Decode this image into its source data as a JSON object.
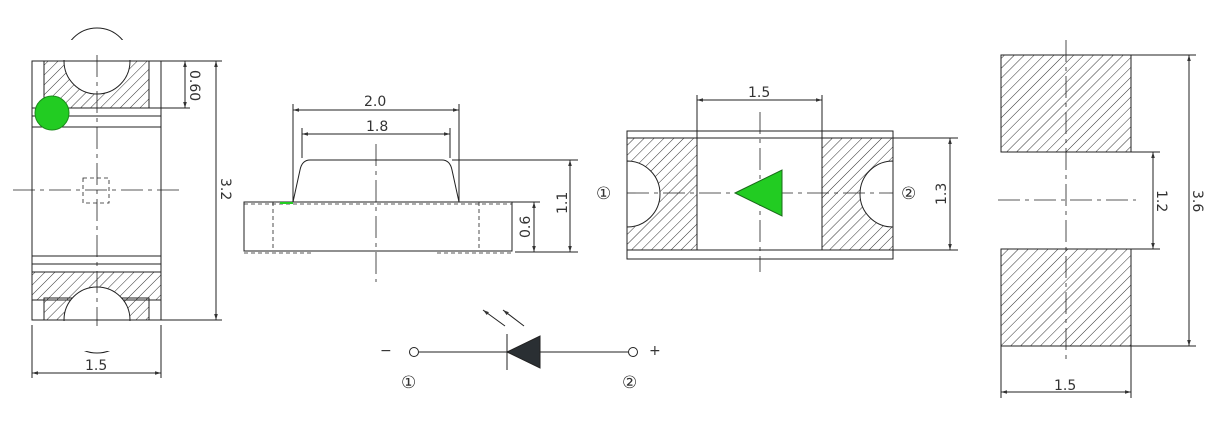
{
  "colors": {
    "led_green": "#22cc22",
    "line": "#222222"
  },
  "top_view": {
    "dim_pad": "0.60",
    "dim_length": "3.2",
    "dim_width": "1.5"
  },
  "side_view": {
    "dim_lens_outer": "2.0",
    "dim_lens_inner": "1.8",
    "dim_height": "1.1",
    "dim_base": "0.6"
  },
  "bottom_view": {
    "dim_gap": "1.5",
    "dim_height": "1.3",
    "pin1": "①",
    "pin2": "②"
  },
  "pad_layout": {
    "dim_gap": "1.2",
    "dim_total": "3.6",
    "dim_width": "1.5"
  },
  "symbol": {
    "minus": "−",
    "plus": "+",
    "pin1": "①",
    "pin2": "②"
  }
}
